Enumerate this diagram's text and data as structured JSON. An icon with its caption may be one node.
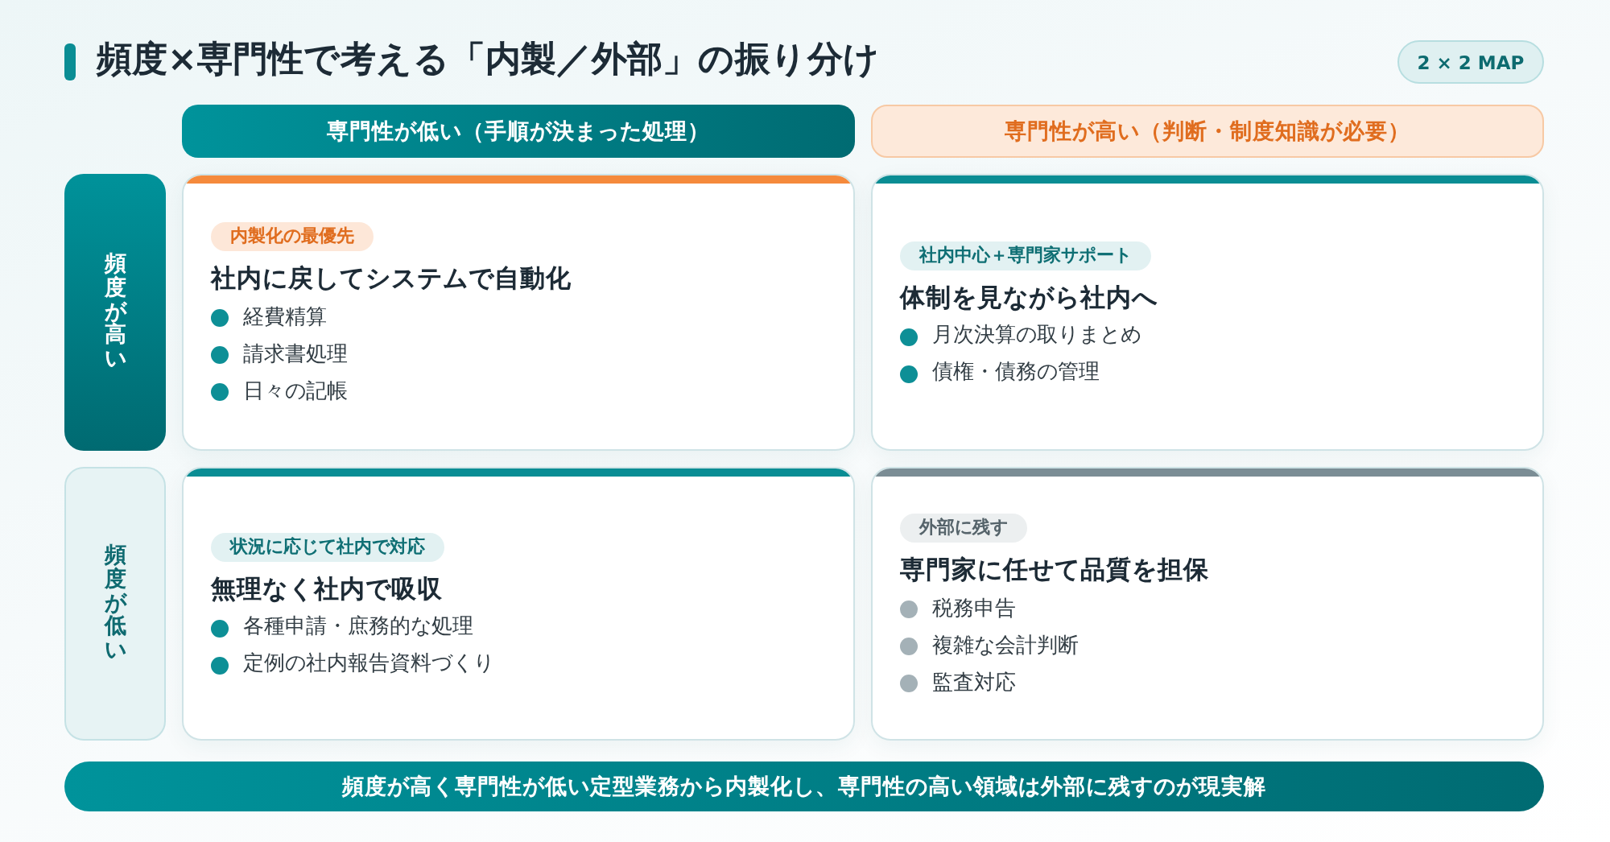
{
  "diagram": {
    "title": "頻度×専門性で考える「内製／外部」の振り分け",
    "nodes": [
      {
        "text": [
          "2 × 2 MAP"
        ]
      },
      {
        "text": [
          "専門性が低い（手順が決まった処理）"
        ]
      },
      {
        "text": [
          "専門性が高い（判断・制度知識が必要）"
        ]
      },
      {
        "text": [
          "頻度が高い"
        ]
      },
      {
        "text": [
          "社内に戻してシステムで自動化",
          "経費精算",
          "請求書処理",
          "日々の記帳"
        ]
      },
      {
        "text": [
          "内製化の最優先"
        ],
        "in": 4
      },
      {
        "text": [
          "体制を見ながら社内へ",
          "月次決算の取りまとめ",
          "債権・債務の管理"
        ]
      },
      {
        "text": [
          "社内中心＋専門家サポート"
        ],
        "in": 6
      },
      {
        "text": [
          "頻度が低い"
        ]
      },
      {
        "text": [
          "無理なく社内で吸収",
          "各種申請・庶務的な処理",
          "定例の社内報告資料づくり"
        ]
      },
      {
        "text": [
          "状況に応じて社内で対応"
        ],
        "in": 9
      },
      {
        "text": [
          "専門家に任せて品質を担保",
          "税務申告",
          "複雑な会計判断",
          "監査対応"
        ]
      },
      {
        "text": [
          "外部に残す"
        ],
        "in": 11
      },
      {
        "text": [
          "頻度が高く専門性が低い定型業務から内製化し、専門性の高い領域は外部に残すのが現実解"
        ]
      }
    ]
  }
}
